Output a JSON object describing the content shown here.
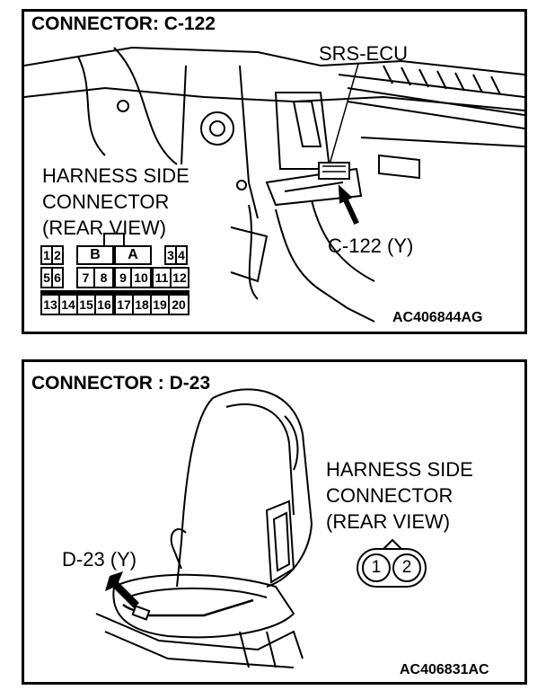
{
  "panel1": {
    "title": "CONNECTOR: C-122",
    "ecu_label": "SRS-ECU",
    "harness_lines": [
      "HARNESS SIDE",
      "CONNECTOR",
      "(REAR VIEW)"
    ],
    "connector_label": "C-122 (Y)",
    "figure_code": "AC406844AG",
    "pins_row1": [
      "1",
      "2",
      "B",
      "A",
      "3",
      "4"
    ],
    "pins_row2": [
      "5",
      "6",
      "7",
      "8",
      "9",
      "10",
      "11",
      "12"
    ],
    "pins_row3": [
      "13",
      "14",
      "15",
      "16",
      "17",
      "18",
      "19",
      "20"
    ]
  },
  "panel2": {
    "title": "CONNECTOR : D-23",
    "harness_lines": [
      "HARNESS SIDE",
      "CONNECTOR",
      "(REAR VIEW)"
    ],
    "connector_label": "D-23 (Y)",
    "figure_code": "AC406831AC",
    "pins": [
      "1",
      "2"
    ]
  }
}
